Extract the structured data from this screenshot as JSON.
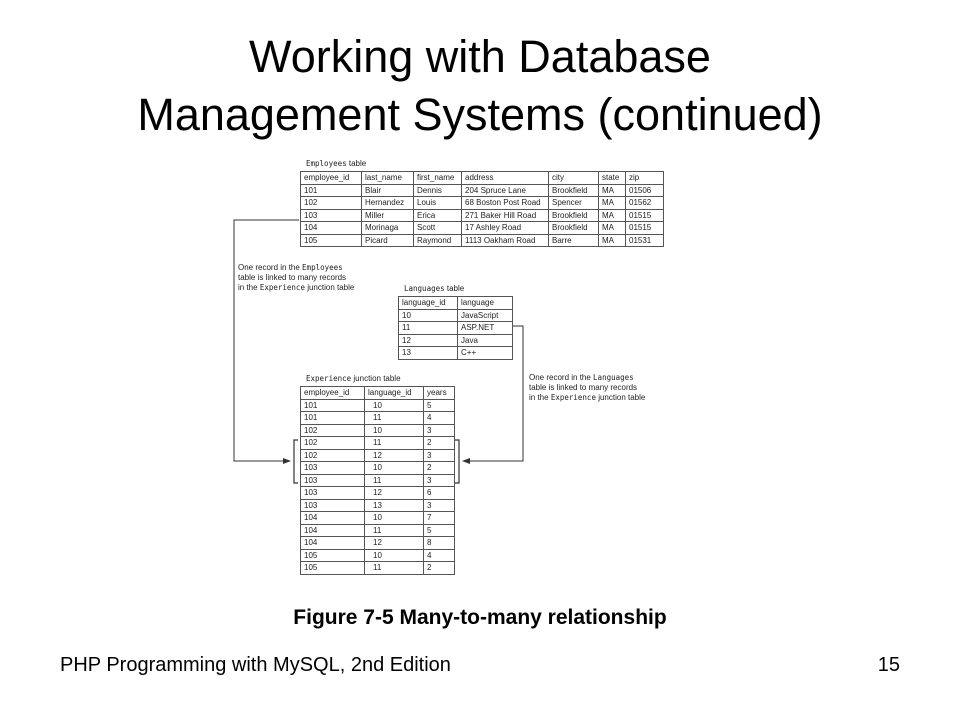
{
  "title": {
    "line1": "Working with Database",
    "line2": "Management Systems (continued)"
  },
  "employees": {
    "label_name": "Employees",
    "label_suffix": "table",
    "headers": [
      "employee_id",
      "last_name",
      "first_name",
      "address",
      "city",
      "state",
      "zip"
    ],
    "rows": [
      [
        "101",
        "Blair",
        "Dennis",
        "204 Spruce Lane",
        "Brookfield",
        "MA",
        "01506"
      ],
      [
        "102",
        "Hernandez",
        "Louis",
        "68 Boston Post Road",
        "Spencer",
        "MA",
        "01562"
      ],
      [
        "103",
        "Miller",
        "Erica",
        "271 Baker Hill Road",
        "Brookfield",
        "MA",
        "01515"
      ],
      [
        "104",
        "Morinaga",
        "Scott",
        "17 Ashley Road",
        "Brookfield",
        "MA",
        "01515"
      ],
      [
        "105",
        "Picard",
        "Raymond",
        "1113 Oakham Road",
        "Barre",
        "MA",
        "01531"
      ]
    ]
  },
  "languages": {
    "label_name": "Languages",
    "label_suffix": "table",
    "headers": [
      "language_id",
      "language"
    ],
    "rows": [
      [
        "10",
        "JavaScript"
      ],
      [
        "11",
        "ASP.NET"
      ],
      [
        "12",
        "Java"
      ],
      [
        "13",
        "C++"
      ]
    ]
  },
  "experience": {
    "label_name": "Experience",
    "label_suffix": "junction table",
    "headers": [
      "employee_id",
      "language_id",
      "years"
    ],
    "rows": [
      [
        "101",
        "10",
        "5"
      ],
      [
        "101",
        "11",
        "4"
      ],
      [
        "102",
        "10",
        "3"
      ],
      [
        "102",
        "11",
        "2"
      ],
      [
        "102",
        "12",
        "3"
      ],
      [
        "103",
        "10",
        "2"
      ],
      [
        "103",
        "11",
        "3"
      ],
      [
        "103",
        "12",
        "6"
      ],
      [
        "103",
        "13",
        "3"
      ],
      [
        "104",
        "10",
        "7"
      ],
      [
        "104",
        "11",
        "5"
      ],
      [
        "104",
        "12",
        "8"
      ],
      [
        "105",
        "10",
        "4"
      ],
      [
        "105",
        "11",
        "2"
      ]
    ]
  },
  "note_left": {
    "l1": "One record in the",
    "l1_code": "Employees",
    "l2": "table is linked to many records",
    "l3": "in the",
    "l3_code": "Experience",
    "l3_end": "junction table"
  },
  "note_right": {
    "l1": "One record in the",
    "l1_code": "Languages",
    "l2": "table is linked to many records",
    "l3": "in the",
    "l3_code": "Experience",
    "l3_end": "junction table"
  },
  "caption": "Figure 7-5 Many-to-many relationship",
  "footer": {
    "left": "PHP Programming with MySQL, 2nd Edition",
    "right": "15"
  }
}
